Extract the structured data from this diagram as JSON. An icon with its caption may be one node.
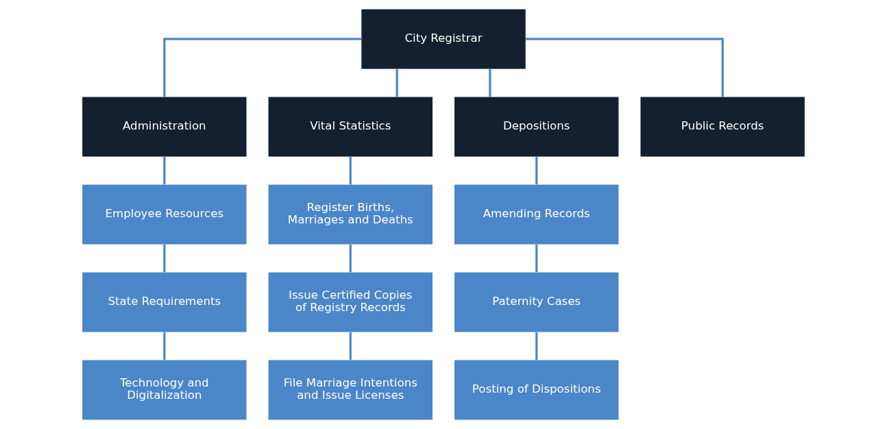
{
  "diagram": {
    "nodes": [
      {
        "text": [
          "City Registrar"
        ]
      },
      {
        "text": [
          "Administration"
        ]
      },
      {
        "text": [
          "Vital Statistics"
        ]
      },
      {
        "text": [
          "Depositions"
        ]
      },
      {
        "text": [
          "Public Records"
        ]
      },
      {
        "text": [
          "Employee Resources"
        ]
      },
      {
        "text": [
          "State Requirements"
        ]
      },
      {
        "text": [
          "Technology and Digitalization"
        ]
      },
      {
        "text": [
          "Register Births, Marriages and Deaths"
        ]
      },
      {
        "text": [
          "Issue Certified Copies of Registry Records"
        ]
      },
      {
        "text": [
          "File Marriage Intentions and Issue Licenses"
        ]
      },
      {
        "text": [
          "Amending Records"
        ]
      },
      {
        "text": [
          "Paternity Cases"
        ]
      },
      {
        "text": [
          "Posting of Dispositions"
        ]
      }
    ],
    "edges": [
      {
        "from": 0,
        "to": 1,
        "arrow": "none"
      },
      {
        "from": 0,
        "to": 2,
        "arrow": "none"
      },
      {
        "from": 0,
        "to": 3,
        "arrow": "none"
      },
      {
        "from": 0,
        "to": 4,
        "arrow": "none"
      },
      {
        "from": 1,
        "to": 5,
        "arrow": "none"
      },
      {
        "from": 5,
        "to": 6,
        "arrow": "none"
      },
      {
        "from": 6,
        "to": 7,
        "arrow": "none"
      },
      {
        "from": 2,
        "to": 8,
        "arrow": "none"
      },
      {
        "from": 8,
        "to": 9,
        "arrow": "none"
      },
      {
        "from": 9,
        "to": 10,
        "arrow": "none"
      },
      {
        "from": 3,
        "to": 11,
        "arrow": "none"
      },
      {
        "from": 11,
        "to": 12,
        "arrow": "none"
      },
      {
        "from": 12,
        "to": 13,
        "arrow": "none"
      }
    ]
  }
}
